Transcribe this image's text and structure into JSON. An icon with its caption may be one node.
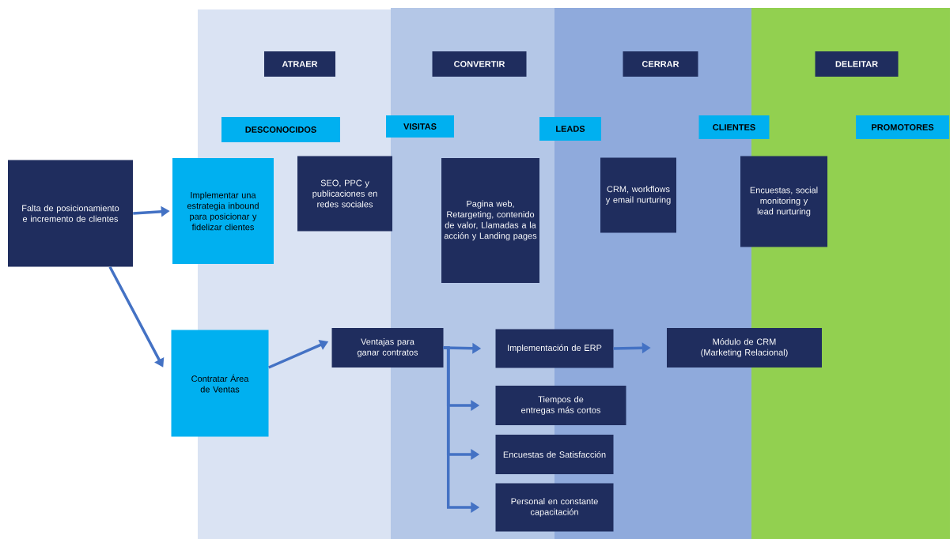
{
  "diagram": {
    "nodes": [
      {
        "text": [
          "ATRAER"
        ]
      },
      {
        "text": [
          "CONVERTIR"
        ]
      },
      {
        "text": [
          "CERRAR"
        ]
      },
      {
        "text": [
          "DELEITAR"
        ]
      },
      {
        "text": [
          "DESCONOCIDOS"
        ]
      },
      {
        "text": [
          "VISITAS"
        ]
      },
      {
        "text": [
          "LEADS"
        ]
      },
      {
        "text": [
          "CLIENTES"
        ]
      },
      {
        "text": [
          "PROMOTORES"
        ]
      },
      {
        "text": [
          "Falta de posicionamiento e incremento de clientes"
        ]
      },
      {
        "text": [
          "Implementar una estrategia inbound para posicionar y fidelizar clientes"
        ]
      },
      {
        "text": [
          "SEO, PPC y publicaciones en redes sociales"
        ]
      },
      {
        "text": [
          "Pagina web, Retargeting, contenido de valor, Llamadas a la acción y Landing pages"
        ]
      },
      {
        "text": [
          "CRM, workflows y email nurturing"
        ]
      },
      {
        "text": [
          "Encuestas, social monitoring y lead nurturing"
        ]
      },
      {
        "text": [
          "Contratar Área de Ventas"
        ]
      },
      {
        "text": [
          "Ventajas para ganar contratos"
        ]
      },
      {
        "text": [
          "Implementación de ERP"
        ]
      },
      {
        "text": [
          "Tiempos de entregas más cortos"
        ]
      },
      {
        "text": [
          "Encuestas de Satisfacción"
        ]
      },
      {
        "text": [
          "Personal en constante capacitación"
        ]
      },
      {
        "text": [
          "Módulo de CRM (Marketing Relacional)"
        ]
      }
    ],
    "edges": [
      {
        "from": 9,
        "to": 10,
        "arrow": "to"
      },
      {
        "from": 9,
        "to": 15,
        "arrow": "to"
      },
      {
        "from": 15,
        "to": 16,
        "arrow": "to"
      },
      {
        "from": 16,
        "to": 17,
        "arrow": "to"
      },
      {
        "from": 16,
        "to": 18,
        "arrow": "to"
      },
      {
        "from": 16,
        "to": 19,
        "arrow": "to"
      },
      {
        "from": 16,
        "to": 20,
        "arrow": "to"
      },
      {
        "from": 17,
        "to": 21,
        "arrow": "to"
      }
    ]
  }
}
